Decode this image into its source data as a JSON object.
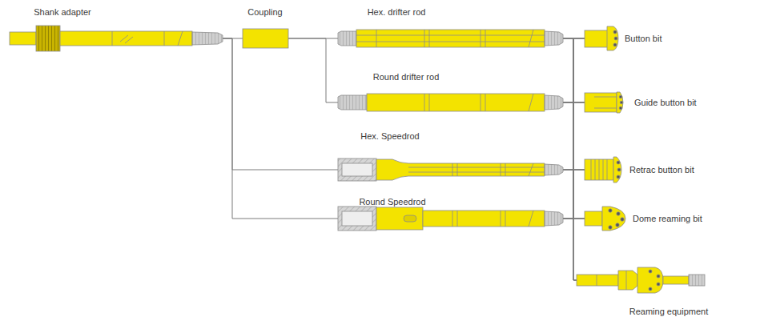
{
  "diagram": {
    "nodes": [
      {
        "text": [
          "Shank adapter"
        ]
      },
      {
        "text": [
          "Coupling"
        ]
      },
      {
        "text": [
          "Hex. drifter rod"
        ]
      },
      {
        "text": [
          "Round drifter rod"
        ]
      },
      {
        "text": [
          "Hex. Speedrod"
        ]
      },
      {
        "text": [
          "Round Speedrod"
        ]
      },
      {
        "text": [
          "Button bit"
        ]
      },
      {
        "text": [
          "Guide button bit"
        ]
      },
      {
        "text": [
          "Retrac button bit"
        ]
      },
      {
        "text": [
          "Dome reaming bit"
        ]
      },
      {
        "text": [
          "Reaming equipment"
        ]
      }
    ],
    "edges": [
      {
        "from": 0,
        "to": 1,
        "arrow": "none"
      },
      {
        "from": 0,
        "to": 4,
        "arrow": "none"
      },
      {
        "from": 0,
        "to": 5,
        "arrow": "none"
      },
      {
        "from": 1,
        "to": 2,
        "arrow": "none"
      },
      {
        "from": 1,
        "to": 3,
        "arrow": "none"
      },
      {
        "from": 2,
        "to": 6,
        "arrow": "none"
      },
      {
        "from": 2,
        "to": 7,
        "arrow": "none"
      },
      {
        "from": 2,
        "to": 8,
        "arrow": "none"
      },
      {
        "from": 2,
        "to": 9,
        "arrow": "none"
      },
      {
        "from": 2,
        "to": 10,
        "arrow": "none"
      },
      {
        "from": 3,
        "to": 6,
        "arrow": "none"
      },
      {
        "from": 3,
        "to": 7,
        "arrow": "none"
      },
      {
        "from": 3,
        "to": 8,
        "arrow": "none"
      },
      {
        "from": 3,
        "to": 9,
        "arrow": "none"
      },
      {
        "from": 3,
        "to": 10,
        "arrow": "none"
      },
      {
        "from": 4,
        "to": 6,
        "arrow": "none"
      },
      {
        "from": 4,
        "to": 7,
        "arrow": "none"
      },
      {
        "from": 4,
        "to": 8,
        "arrow": "none"
      },
      {
        "from": 4,
        "to": 9,
        "arrow": "none"
      },
      {
        "from": 4,
        "to": 10,
        "arrow": "none"
      },
      {
        "from": 5,
        "to": 6,
        "arrow": "none"
      },
      {
        "from": 5,
        "to": 7,
        "arrow": "none"
      },
      {
        "from": 5,
        "to": 8,
        "arrow": "none"
      },
      {
        "from": 5,
        "to": 9,
        "arrow": "none"
      },
      {
        "from": 5,
        "to": 10,
        "arrow": "none"
      }
    ]
  }
}
